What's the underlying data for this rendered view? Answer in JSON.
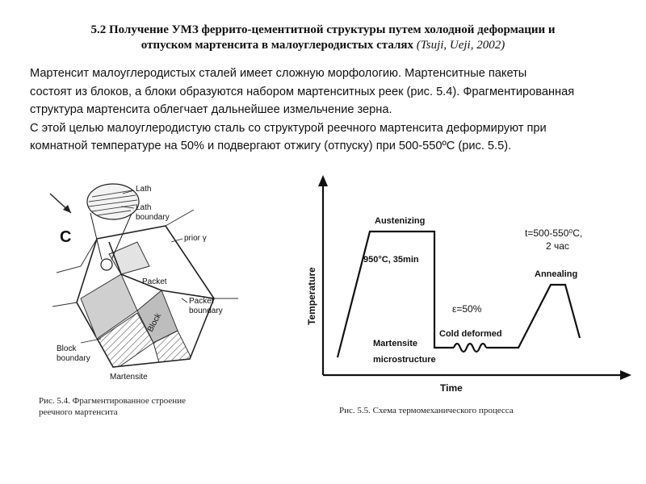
{
  "heading": {
    "line1": "5.2  Получение УМЗ феррито-цементитной структуры путем холодной деформации и",
    "line2": "отпуском мартенсита в малоуглеродистых сталях",
    "ref": "(Tsuji, Ueji, 2002)"
  },
  "paragraph": {
    "lines": [
      "Мартенсит малоуглеродистых сталей имеет сложную морфологию.  Мартенситные пакеты",
      "состоят из блоков, а блоки образуются набором  мартенситных реек (рис. 5.4).  Фрагментированная",
      "структура мартенсита облегчает дальнейшее измельчение зерна.",
      "С этой целью  малоуглеродистую сталь со структурой реечного мартенсита деформируют при",
      "комнатной температуре на 50% и подвергают отжигу (отпуску) при 500-550ºС (рис. 5.5)."
    ]
  },
  "figure_left": {
    "labels": {
      "c": "C",
      "lath": "Lath",
      "lath_boundary_1": "Lath",
      "lath_boundary_2": "boundary",
      "prior": "prior γ",
      "packet": "Packet",
      "packet_boundary_1": "Packet",
      "packet_boundary_2": "boundary",
      "block": "Block",
      "block_boundary_1": "Block",
      "block_boundary_2": "boundary",
      "martensite": "Martensite"
    },
    "caption_line1": "Рис. 5.4. Фрагментированное строение",
    "caption_line2": "реечного мартенсита"
  },
  "figure_right": {
    "labels": {
      "ylabel": "Temperature",
      "xlabel": "Time",
      "austenizing": "Austenizing",
      "austenizing_cond": "950°C, 35min",
      "martensite_1": "Martensite",
      "martensite_2": "microstructure",
      "cold_deformed": "Cold deformed",
      "strain": "ε=50%",
      "annealing": "Annealing",
      "anneal_temp_1": "t=500-550⁰С,",
      "anneal_temp_2": "2 час"
    },
    "caption": "Рис. 5.5. Схема термомеханического процесса"
  }
}
